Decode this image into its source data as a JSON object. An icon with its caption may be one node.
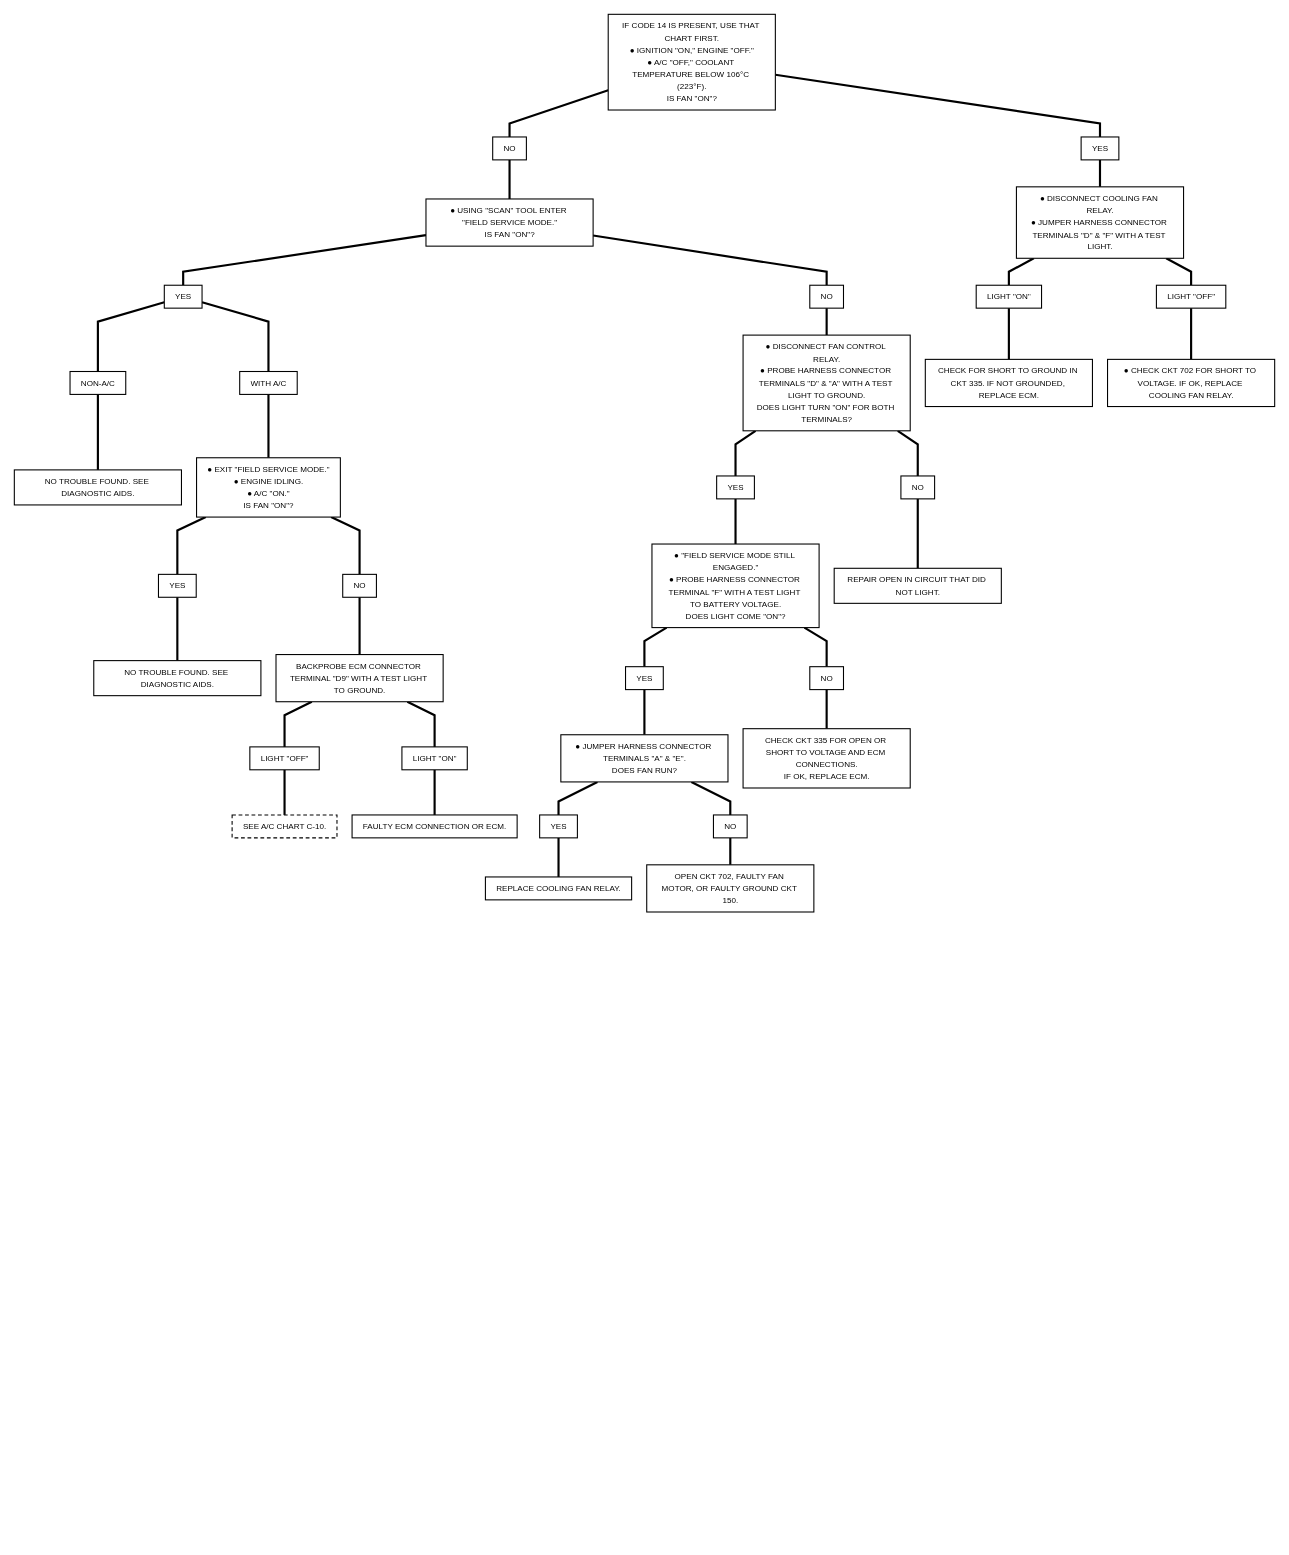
{
  "diagram": {
    "nodes": [
      {
        "text": [
          "IF CODE 14 IS PRESENT, USE THAT CHART FIRST.",
          "● IGNITION \"ON,\" ENGINE \"OFF.\"",
          "● A/C \"OFF,\" COOLANT TEMPERATURE BELOW 106°C (223°F).",
          "IS FAN \"ON\"?"
        ]
      },
      {
        "text": [
          "NO"
        ]
      },
      {
        "text": [
          "YES"
        ]
      },
      {
        "text": [
          "● USING \"SCAN\" TOOL ENTER \"FIELD SERVICE MODE.\"",
          "IS FAN \"ON\"?"
        ]
      },
      {
        "text": [
          "● DISCONNECT COOLING FAN RELAY.",
          "● JUMPER HARNESS CONNECTOR TERMINALS \"D\" & \"F\" WITH A TEST LIGHT."
        ]
      },
      {
        "text": [
          "NO"
        ]
      },
      {
        "text": [
          "YES"
        ]
      },
      {
        "text": [
          "● DISCONNECT FAN CONTROL RELAY.",
          "● PROBE HARNESS CONNECTOR TERMINALS \"D\" & \"A\" WITH A TEST LIGHT TO GROUND.",
          "DOES LIGHT TURN \"ON\" FOR BOTH TERMINALS?"
        ]
      },
      {
        "text": [
          "NON-A/C"
        ]
      },
      {
        "text": [
          "WITH A/C"
        ]
      },
      {
        "text": [
          "LIGHT \"ON\""
        ]
      },
      {
        "text": [
          "LIGHT \"OFF\""
        ]
      },
      {
        "text": [
          "NO TROUBLE FOUND. SEE DIAGNOSTIC AIDS."
        ]
      },
      {
        "text": [
          "● EXIT \"FIELD SERVICE MODE.\"",
          "● ENGINE IDLING.",
          "● A/C \"ON.\"",
          "IS FAN \"ON\"?"
        ]
      },
      {
        "text": [
          "CHECK FOR SHORT TO GROUND IN CKT 335. IF NOT GROUNDED, REPLACE ECM."
        ]
      },
      {
        "text": [
          "● CHECK CKT 702 FOR SHORT TO VOLTAGE. IF OK, REPLACE COOLING FAN RELAY."
        ]
      },
      {
        "text": [
          "YES"
        ]
      },
      {
        "text": [
          "NO"
        ]
      },
      {
        "text": [
          "YES"
        ]
      },
      {
        "text": [
          "NO"
        ]
      },
      {
        "text": [
          "● \"FIELD SERVICE MODE STILL ENGAGED.\"",
          "● PROBE HARNESS CONNECTOR TERMINAL \"F\" WITH A TEST LIGHT TO BATTERY VOLTAGE.",
          "DOES LIGHT COME \"ON\"?"
        ]
      },
      {
        "text": [
          "REPAIR OPEN IN CIRCUIT THAT DID NOT LIGHT."
        ]
      },
      {
        "text": [
          "NO TROUBLE FOUND. SEE DIAGNOSTIC AIDS."
        ]
      },
      {
        "text": [
          "BACKPROBE ECM CONNECTOR TERMINAL \"D9\" WITH A TEST LIGHT TO GROUND."
        ]
      },
      {
        "text": [
          "LIGHT \"OFF\""
        ]
      },
      {
        "text": [
          "LIGHT \"ON\""
        ]
      },
      {
        "text": [
          "YES"
        ]
      },
      {
        "text": [
          "NO"
        ]
      },
      {
        "text": [
          "SEE A/C CHART C-10."
        ]
      },
      {
        "text": [
          "FAULTY ECM CONNECTION OR ECM."
        ]
      },
      {
        "text": [
          "● JUMPER HARNESS CONNECTOR TERMINALS \"A\" & \"E\".",
          "DOES FAN RUN?"
        ]
      },
      {
        "text": [
          "CHECK CKT 335 FOR OPEN OR SHORT TO VOLTAGE AND ECM CONNECTIONS.",
          "IF OK, REPLACE ECM."
        ]
      },
      {
        "text": [
          "YES"
        ]
      },
      {
        "text": [
          "NO"
        ]
      },
      {
        "text": [
          "REPLACE COOLING FAN RELAY."
        ]
      },
      {
        "text": [
          "OPEN CKT 702, FAULTY FAN MOTOR, OR FAULTY GROUND CKT 150."
        ]
      }
    ],
    "edges": [
      {
        "from": 0,
        "to": 1,
        "arrow": "none"
      },
      {
        "from": 1,
        "to": 3,
        "arrow": "none"
      },
      {
        "from": 3,
        "to": 5,
        "arrow": "none"
      },
      {
        "from": 5,
        "to": 7,
        "arrow": "none"
      },
      {
        "from": 7,
        "to": 16,
        "arrow": "none"
      },
      {
        "from": 16,
        "to": 20,
        "arrow": "none"
      },
      {
        "from": 20,
        "to": 26,
        "arrow": "none"
      },
      {
        "from": 26,
        "to": 30,
        "arrow": "none"
      },
      {
        "from": 30,
        "to": 32,
        "arrow": "none"
      },
      {
        "from": 32,
        "to": 34,
        "arrow": "none"
      },
      {
        "from": 30,
        "to": 33,
        "arrow": "none"
      },
      {
        "from": 33,
        "to": 35,
        "arrow": "none"
      },
      {
        "from": 20,
        "to": 27,
        "arrow": "none"
      },
      {
        "from": 27,
        "to": 31,
        "arrow": "none"
      },
      {
        "from": 7,
        "to": 17,
        "arrow": "none"
      },
      {
        "from": 17,
        "to": 21,
        "arrow": "none"
      },
      {
        "from": 3,
        "to": 6,
        "arrow": "none"
      },
      {
        "from": 6,
        "to": 8,
        "arrow": "none"
      },
      {
        "from": 8,
        "to": 12,
        "arrow": "none"
      },
      {
        "from": 6,
        "to": 9,
        "arrow": "none"
      },
      {
        "from": 9,
        "to": 13,
        "arrow": "none"
      },
      {
        "from": 13,
        "to": 18,
        "arrow": "none"
      },
      {
        "from": 18,
        "to": 22,
        "arrow": "none"
      },
      {
        "from": 13,
        "to": 19,
        "arrow": "none"
      },
      {
        "from": 19,
        "to": 23,
        "arrow": "none"
      },
      {
        "from": 23,
        "to": 24,
        "arrow": "none"
      },
      {
        "from": 24,
        "to": 28,
        "arrow": "none"
      },
      {
        "from": 23,
        "to": 25,
        "arrow": "none"
      },
      {
        "from": 25,
        "to": 29,
        "arrow": "none"
      },
      {
        "from": 0,
        "to": 2,
        "arrow": "none"
      },
      {
        "from": 2,
        "to": 4,
        "arrow": "none"
      },
      {
        "from": 4,
        "to": 10,
        "arrow": "none"
      },
      {
        "from": 10,
        "to": 14,
        "arrow": "none"
      },
      {
        "from": 4,
        "to": 11,
        "arrow": "none"
      },
      {
        "from": 11,
        "to": 15,
        "arrow": "none"
      }
    ]
  }
}
